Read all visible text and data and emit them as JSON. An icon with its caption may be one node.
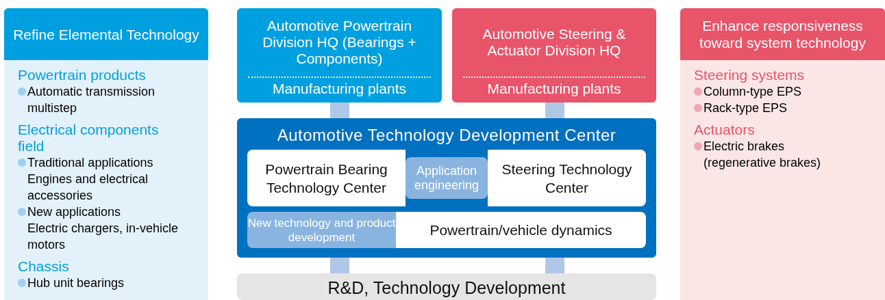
{
  "diagram": {
    "nodes": [
      {
        "text": [
          "Refine Elemental Technology",
          "Powertrain products",
          "Automatic transmission multistep",
          "Electrical components field",
          "Traditional applications",
          "Engines and electrical accessories",
          "New applications",
          "Electric chargers, in-vehicle motors",
          "Chassis",
          "Hub unit bearings"
        ]
      },
      {
        "text": [
          "Automotive Powertrain Division HQ (Bearings + Components)",
          "Manufacturing plants"
        ]
      },
      {
        "text": [
          "Automotive Steering & Actuator Division HQ",
          "Manufacturing plants"
        ]
      },
      {
        "text": [
          "Automotive Technology Development Center"
        ]
      },
      {
        "text": [
          "Powertrain Bearing Technology Center"
        ],
        "in": 3
      },
      {
        "text": [
          "Application engineering"
        ],
        "in": 3
      },
      {
        "text": [
          "Steering Technology Center"
        ],
        "in": 3
      },
      {
        "text": [
          "New technology and product development"
        ],
        "in": 3
      },
      {
        "text": [
          "Powertrain/vehicle dynamics"
        ],
        "in": 3
      },
      {
        "text": [
          "R&D, Technology Development"
        ]
      },
      {
        "text": [
          "Enhance responsiveness toward system technology",
          "Steering systems",
          "Column-type EPS",
          "Rack-type EPS",
          "Actuators",
          "Electric brakes (regenerative brakes)"
        ]
      }
    ],
    "edges": [
      {
        "from": 1,
        "to": 3,
        "arrow": "none"
      },
      {
        "from": 2,
        "to": 3,
        "arrow": "none"
      },
      {
        "from": 3,
        "to": 9,
        "arrow": "none"
      },
      {
        "from": 3,
        "to": 9,
        "arrow": "none"
      }
    ]
  }
}
